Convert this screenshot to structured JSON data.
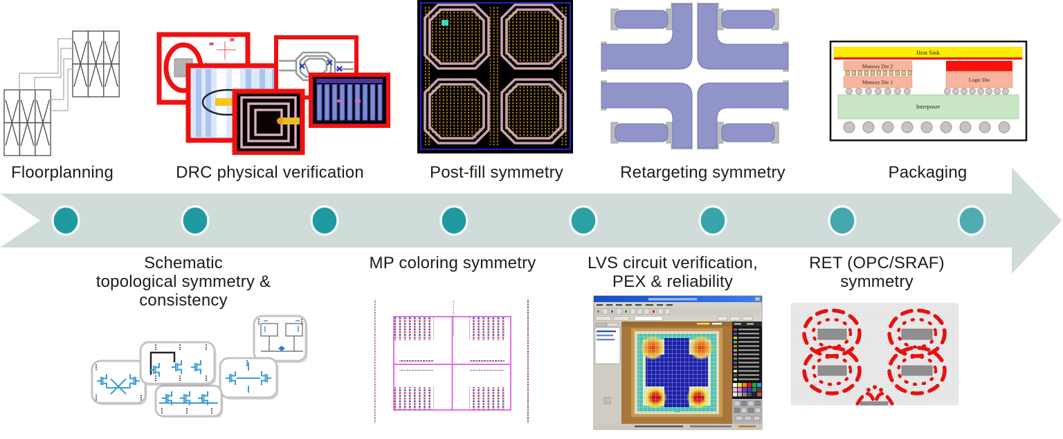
{
  "flow": {
    "top_stages": [
      "Floorplanning",
      "DRC physical verification",
      "Post-fill symmetry",
      "Retargeting symmetry",
      "Packaging"
    ],
    "bottom_stages": [
      {
        "line1": "Schematic",
        "line2": "topological symmetry & consistency"
      },
      {
        "line1": "MP coloring symmetry",
        "line2": ""
      },
      {
        "line1": "LVS circuit verification,",
        "line2": "PEX & reliability"
      },
      {
        "line1": "RET (OPC/SRAF)",
        "line2": "symmetry"
      }
    ],
    "dot_count": 8
  },
  "packaging_diagram": {
    "heat_sink": "Heat Sink",
    "memory_die_2": "Memory Die 2",
    "memory_die_1": "Memory Die 1",
    "logic_die": "Logic Die",
    "interposer": "Interposer"
  },
  "colors": {
    "arrow_band": "#cfdcda",
    "flow_dot": "#1f9aa1",
    "flow_dot_ring": "#f2f8f7",
    "stage_text": "#1c1c1c",
    "drc_frame_red": "#ee1111",
    "ret_red": "#e81010",
    "mp_magenta": "#e256e2",
    "retarget_purple": "#9094c9",
    "postfill_ring": "#caa3af",
    "heat_sink_yellow": "#ffee00",
    "die_salmon": "#f7b49e",
    "logic_red": "#fb100c",
    "interposer_green": "#c9e7c5",
    "schematic_blue": "#3d9ad6"
  }
}
